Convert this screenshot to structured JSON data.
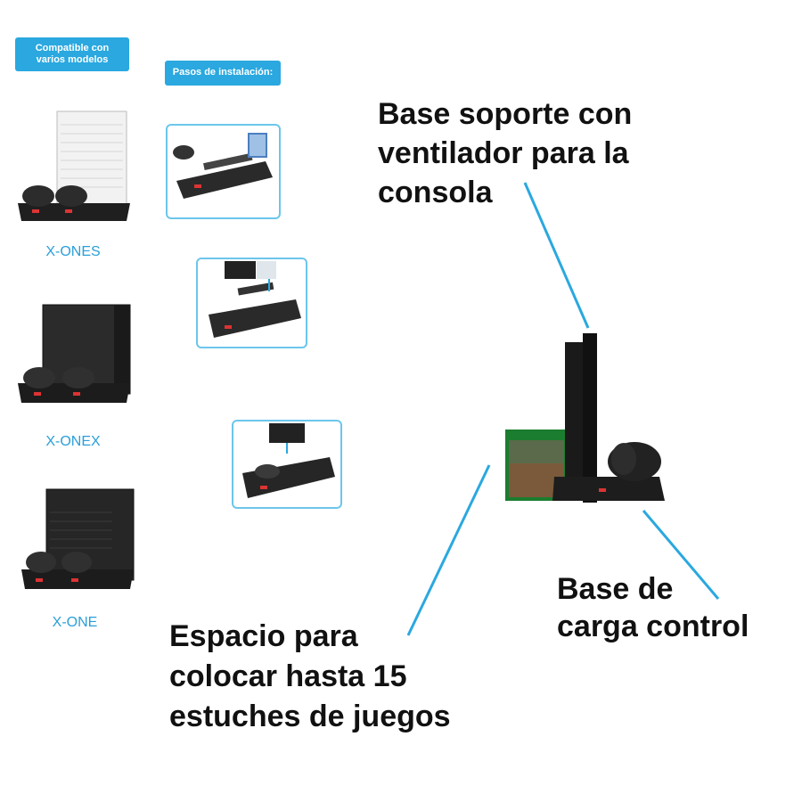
{
  "compat_badge": {
    "line1": "Compatible con",
    "line2": "varios modelos"
  },
  "steps_badge": "Pasos de instalación:",
  "models": [
    {
      "label": "X-ONES"
    },
    {
      "label": "X-ONEX"
    },
    {
      "label": "X-ONE"
    }
  ],
  "callouts": {
    "fan_base": {
      "line1": "Base soporte con",
      "line2": "ventilador para la",
      "line3": "consola"
    },
    "charge_base": {
      "line1": "Base de",
      "line2": "carga control"
    },
    "game_space": {
      "line1": "Espacio para",
      "line2": "colocar hasta 15",
      "line3": "estuches de juegos"
    }
  },
  "colors": {
    "accent": "#2aa8df",
    "leader_line": "#2aa8df",
    "text": "#111111"
  }
}
